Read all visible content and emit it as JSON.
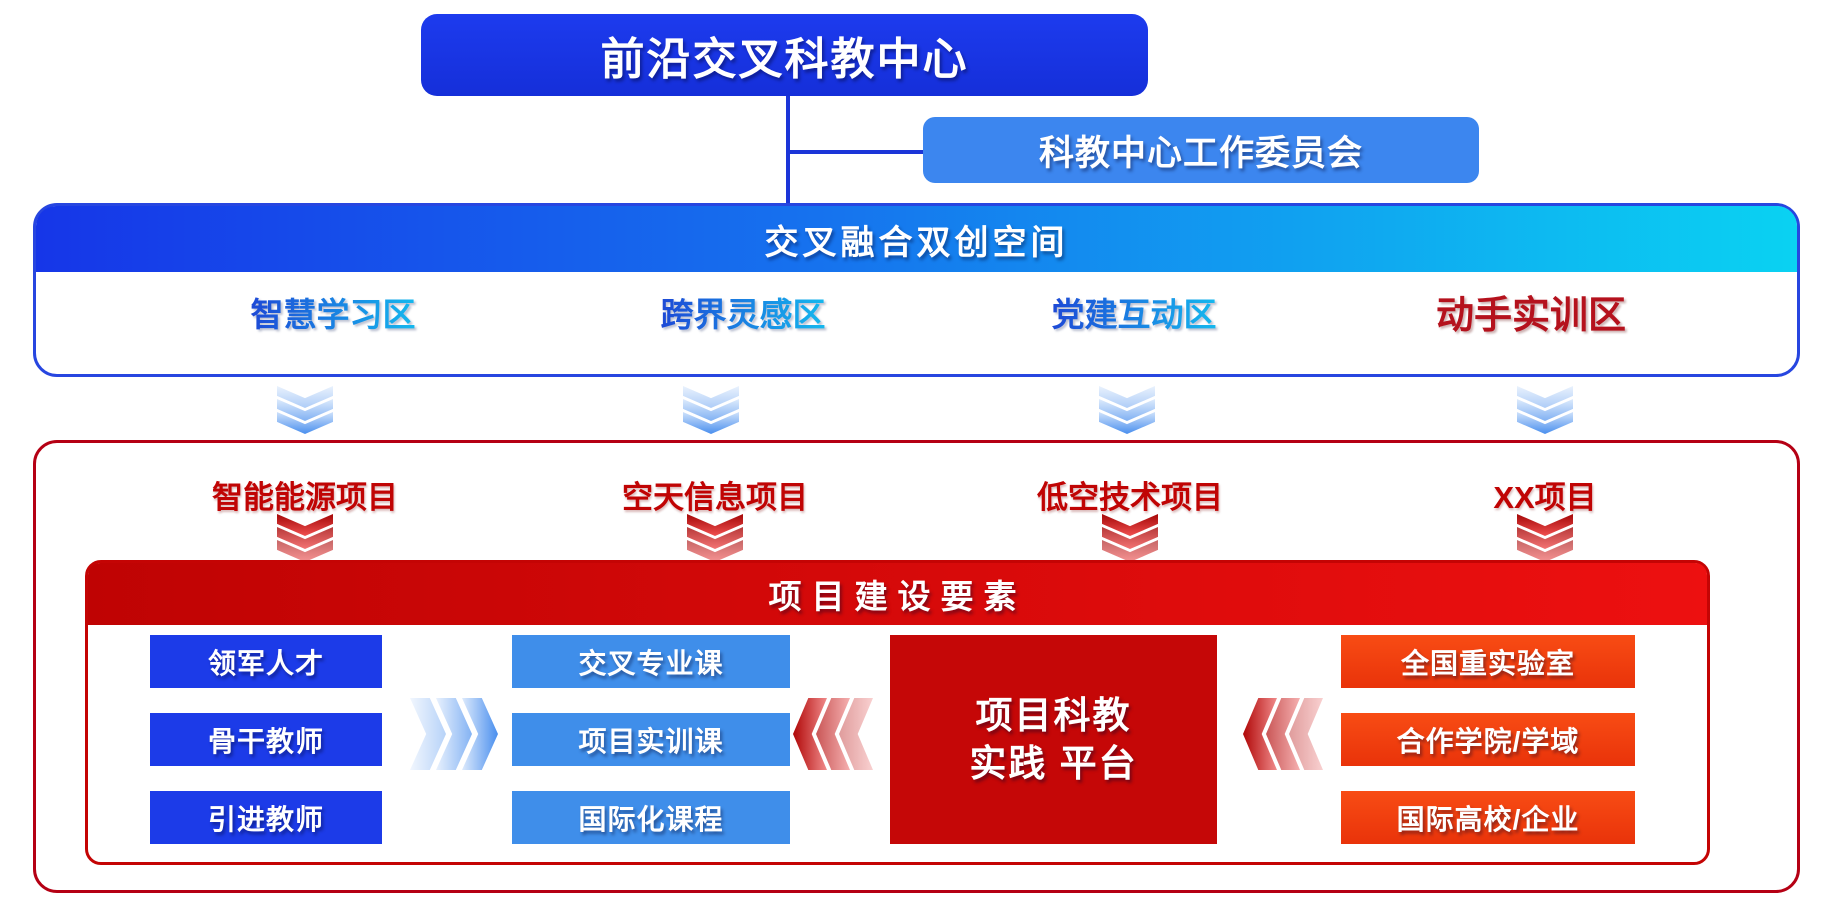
{
  "org": {
    "center_box": "前沿交叉科教中心",
    "committee_box": "科教中心工作委员会"
  },
  "space": {
    "title": "交叉融合双创空间",
    "zones": [
      "智慧学习区",
      "跨界灵感区",
      "党建互动区",
      "动手实训区"
    ]
  },
  "projects": {
    "items": [
      "智能能源项目",
      "空天信息项目",
      "低空技术项目",
      "XX项目"
    ]
  },
  "elements": {
    "banner": "项目建设要素",
    "talent": [
      "领军人才",
      "骨干教师",
      "引进教师"
    ],
    "courses": [
      "交叉专业课",
      "项目实训课",
      "国际化课程"
    ],
    "platform": {
      "line1": "项目科教",
      "line2": "实践 平台"
    },
    "partners": [
      "全国重实验室",
      "合作学院/学域",
      "国际高校/企业"
    ]
  },
  "colors": {
    "deep_blue": "#1c38e6",
    "medium_blue": "#3c86ef",
    "cyan": "#0ad2f2",
    "blue_border": "#2746e0",
    "red_border": "#b50014",
    "banner_red": "#c40404",
    "bright_red": "#ed1010",
    "orange_red": "#f03c0e",
    "dark_red_text": "#b5121d",
    "platform_red": "#c50707"
  }
}
